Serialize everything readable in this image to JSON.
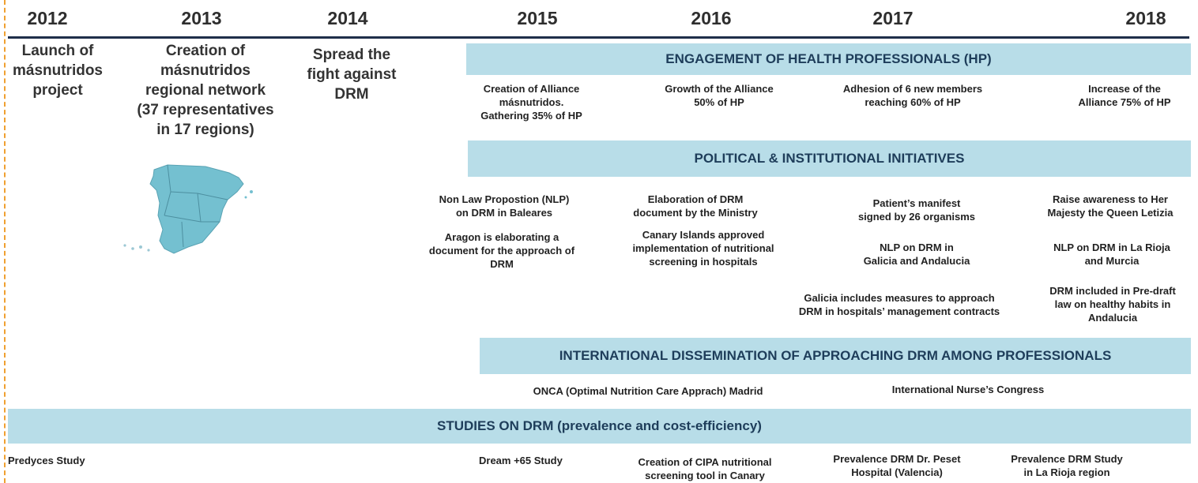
{
  "colors": {
    "band": "#b8dde8",
    "band_text": "#1e3d5a",
    "axis": "#1f2f4a",
    "dashed": "#f0a030",
    "map_fill": "#74c0d0"
  },
  "years": [
    "2012",
    "2013",
    "2014",
    "2015",
    "2016",
    "2017",
    "2018"
  ],
  "early": {
    "y2012": [
      "Launch of",
      "másnutridos",
      "project"
    ],
    "y2013": [
      "Creation of",
      "másnutridos",
      "regional network",
      "(37 representatives",
      "in 17 regions)"
    ],
    "y2014": [
      "Spread the",
      "fight against",
      "DRM"
    ]
  },
  "map_icon": "spain-map-icon",
  "bands": {
    "hp": "ENGAGEMENT OF HEALTH PROFESSIONALS (HP)",
    "political": "POLITICAL & INSTITUTIONAL  INITIATIVES",
    "international": "INTERNATIONAL  DISSEMINATION OF APPROACHING DRM AMONG PROFESSIONALS",
    "studies": "STUDIES ON DRM (prevalence and cost-efficiency)"
  },
  "hp_notes": [
    [
      "Creation of Alliance",
      "másnutridos.",
      "Gathering 35% of HP"
    ],
    [
      "Growth of the Alliance",
      "50% of HP"
    ],
    [
      "Adhesion of 6 new members",
      "reaching 60% of HP"
    ],
    [
      "Increase of the",
      "Alliance 75% of HP"
    ]
  ],
  "political_notes": {
    "nlp_baleares": [
      "Non Law Propostion (NLP)",
      "on DRM in Baleares"
    ],
    "aragon": [
      "Aragon is elaborating a",
      "document for the approach of",
      "DRM"
    ],
    "ministry": [
      "Elaboration of DRM",
      "document by the Ministry"
    ],
    "canary": [
      "Canary Islands approved",
      "implementation of nutritional",
      "screening in hospitals"
    ],
    "manifest": [
      "Patient’s manifest",
      "signed by 26 organisms"
    ],
    "nlp_galicia": [
      "NLP on DRM in",
      "Galicia and Andalucia"
    ],
    "galicia_contracts": [
      "Galicia includes measures to approach",
      "DRM in hospitals’ management contracts"
    ],
    "queen": [
      "Raise awareness to Her",
      "Majesty the Queen Letizia"
    ],
    "nlp_rioja": [
      "NLP on DRM in La Rioja",
      "and Murcia"
    ],
    "predraft": [
      "DRM included in Pre-draft",
      "law on healthy habits in",
      "Andalucia"
    ]
  },
  "international_notes": {
    "onca": "ONCA (Optimal Nutrition Care Apprach) Madrid",
    "nurse": "International Nurse’s Congress"
  },
  "studies_notes": {
    "predyces": "Predyces Study",
    "dream": "Dream +65 Study",
    "cipa": [
      "Creation of CIPA nutritional",
      "screening tool in Canary"
    ],
    "peset": [
      "Prevalence DRM Dr. Peset",
      "Hospital (Valencia)"
    ],
    "rioja": [
      "Prevalence DRM Study",
      "in La Rioja region"
    ]
  }
}
